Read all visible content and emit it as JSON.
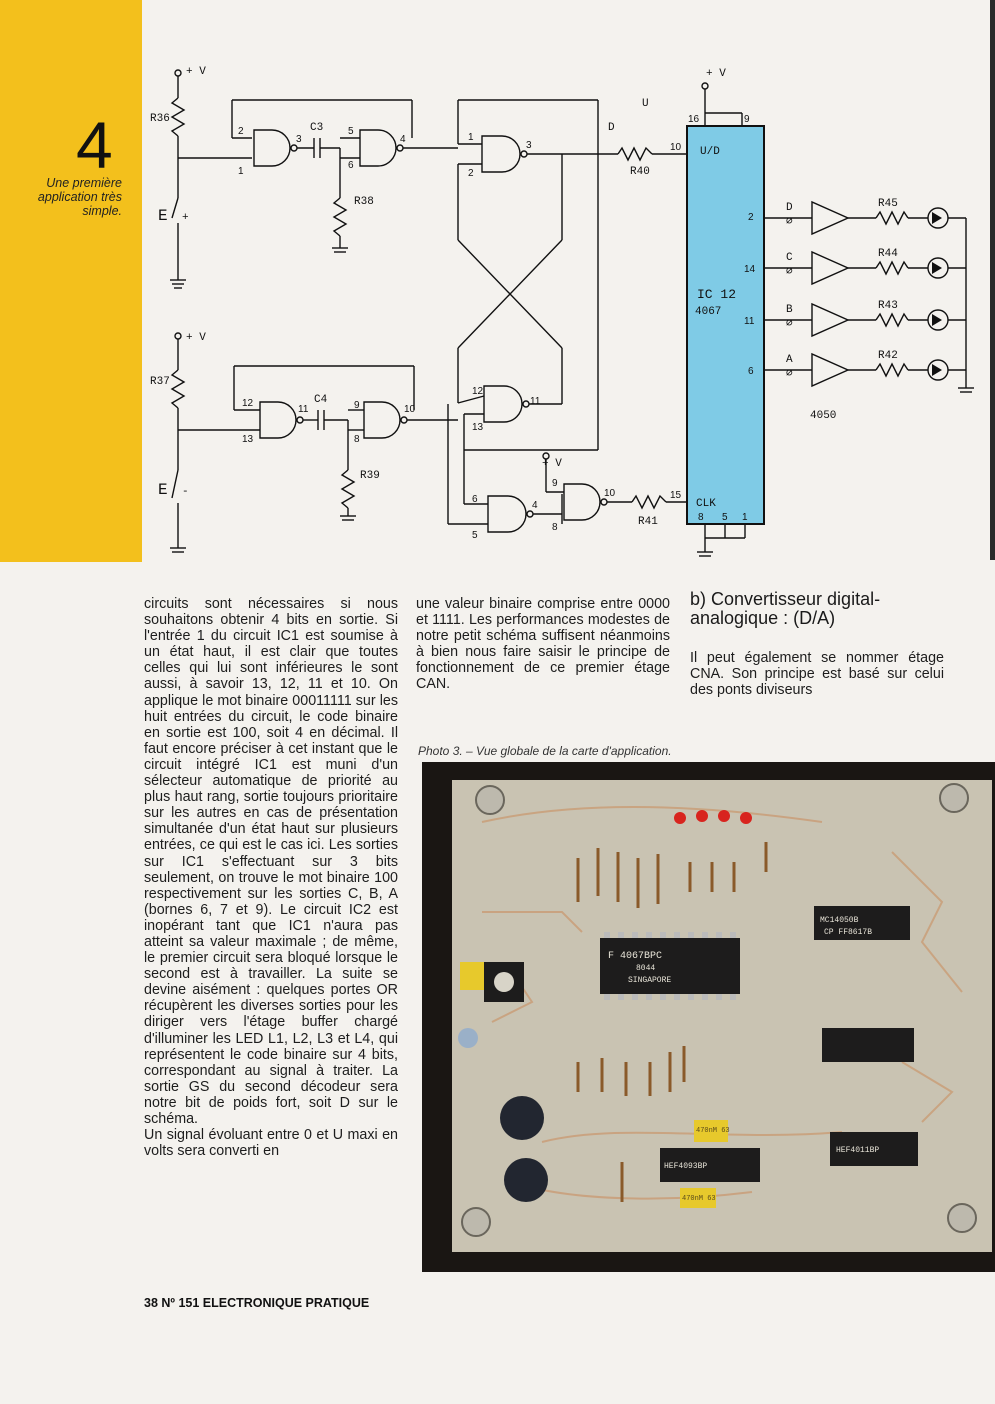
{
  "figure": {
    "number": "4",
    "caption": "Une première application très simple."
  },
  "schematic": {
    "supply": "+ V",
    "resistors": [
      "R36",
      "R37",
      "R38",
      "R39",
      "R40",
      "R41",
      "R42",
      "R43",
      "R44",
      "R45"
    ],
    "capacitors": [
      "C3",
      "C4"
    ],
    "ic_name": "IC 12",
    "ic_part": "4067",
    "ic_pins": [
      "U/D",
      "CLK"
    ],
    "buffer_part": "4050",
    "switch_labels": [
      "E",
      "+",
      "E",
      "-"
    ],
    "signal_labels": [
      "D",
      "U"
    ],
    "outputs": [
      "D",
      "C",
      "B",
      "A"
    ],
    "null_mark": "⌀",
    "pin_numbers": [
      "1",
      "2",
      "3",
      "4",
      "5",
      "6",
      "8",
      "9",
      "10",
      "11",
      "12",
      "13",
      "14",
      "15",
      "16"
    ]
  },
  "article": {
    "column1": "circuits sont nécessaires si nous souhaitons obtenir 4 bits en sortie. Si l'entrée 1 du circuit IC1 est soumise à un état haut, il est clair que toutes celles qui lui sont inférieures le sont aussi, à savoir 13, 12, 11 et 10. On applique le mot binaire 00011111 sur les huit entrées du circuit, le code binaire en sortie est 100, soit 4 en décimal. Il faut encore préciser à cet instant que le circuit intégré IC1 est muni d'un sélecteur automatique de priorité au plus haut rang, sortie toujours prioritaire sur les autres en cas de présentation simultanée d'un état haut sur plusieurs entrées, ce qui est le cas ici. Les sorties sur IC1 s'effectuant sur 3 bits seulement, on trouve le mot binaire 100 respectivement sur les sorties C, B, A (bornes 6, 7 et 9). Le circuit IC2 est inopérant tant que IC1 n'aura pas atteint sa valeur maximale ; de même, le premier circuit sera bloqué lorsque le second est à travailler. La suite se devine aisément : quelques portes OR récupèrent les diverses sorties pour les diriger vers l'étage buffer chargé d'illuminer les LED L1, L2, L3 et L4, qui représentent le code binaire sur 4 bits, correspondant au signal à traiter. La sortie GS du second décodeur sera notre bit de poids fort, soit D sur le schéma.",
    "column1_tail": "Un signal évoluant entre 0 et U maxi en volts sera converti en",
    "column2": "une valeur binaire comprise entre 0000 et 1111. Les performances modestes de notre petit schéma suffisent néanmoins à bien nous faire saisir le principe de fonctionnement de ce premier étage CAN.",
    "section_heading": "b) Convertisseur digital-analogique : (D/A)",
    "column3": "Il peut également se nommer étage CNA. Son principe est basé sur celui des ponts diviseurs"
  },
  "photo": {
    "caption": "Photo 3. – Vue globale de la carte d'application.",
    "chip_labels": [
      "F 4067BPC",
      "8044",
      "SINGAPORE",
      "MC14050B",
      "CP FF8617B",
      "HEF4093BP",
      "HEF4011BP",
      "470nM 63",
      "470nM 63"
    ]
  },
  "footer": {
    "text": "38 Nº 151 ELECTRONIQUE PRATIQUE"
  },
  "colors": {
    "yellow_band": "#f3c01c",
    "ic_fill": "#7fcbe6",
    "board": "#c9c3b2"
  }
}
